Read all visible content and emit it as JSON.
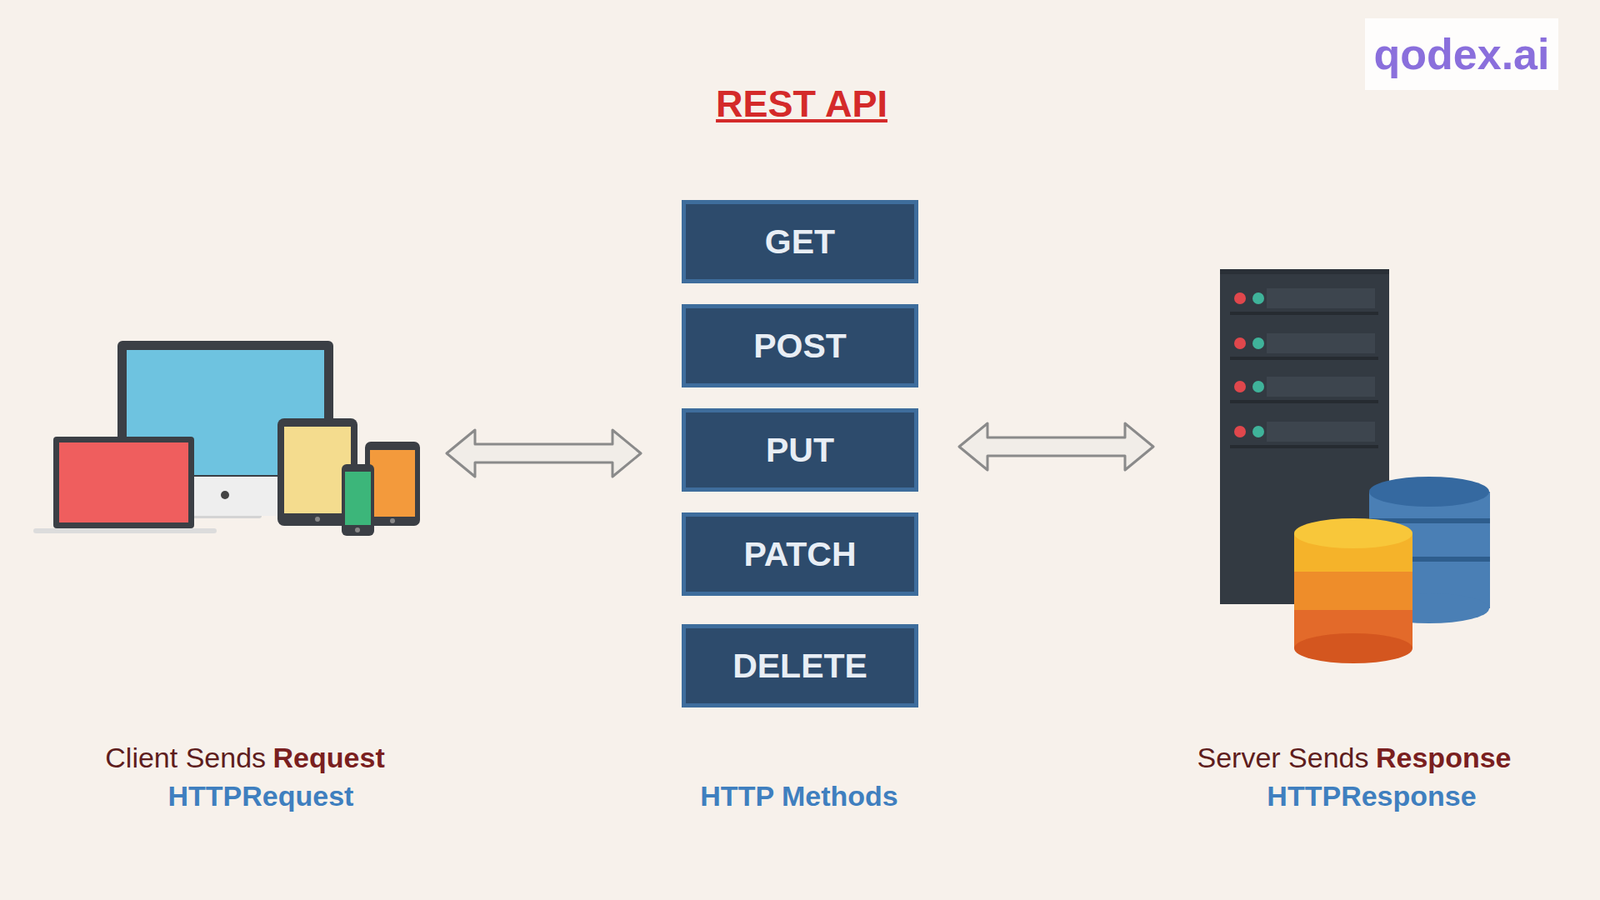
{
  "diagram": {
    "title": "REST API",
    "nodes": [
      {
        "text": [
          "GET"
        ]
      },
      {
        "text": [
          "POST"
        ]
      },
      {
        "text": [
          "PUT"
        ]
      },
      {
        "text": [
          "PATCH"
        ]
      },
      {
        "text": [
          "DELETE"
        ]
      }
    ],
    "labels": [
      "Client Sends",
      "Request",
      "HTTPRequest",
      "HTTP Methods",
      "Server Sends",
      "Response",
      "HTTPResponse",
      "qodex.ai"
    ]
  }
}
